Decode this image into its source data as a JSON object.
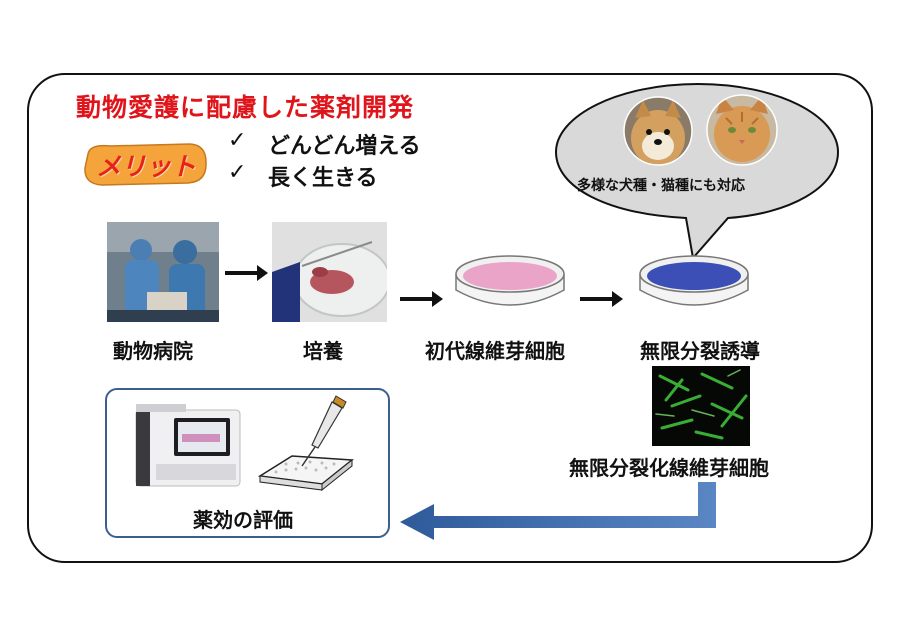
{
  "title": "動物愛護に配慮した薬剤開発",
  "merit": {
    "badge_label": "メリット",
    "items": [
      {
        "check": "✓",
        "text": "どんどん増える"
      },
      {
        "check": "✓",
        "text": "長く生きる"
      }
    ]
  },
  "bubble": {
    "caption": "多様な犬種・猫種にも対応"
  },
  "steps": [
    {
      "label": "動物病院"
    },
    {
      "label": "培養"
    },
    {
      "label": "初代線維芽細胞"
    },
    {
      "label": "無限分裂誘導"
    }
  ],
  "immortal_label": "無限分裂化線維芽細胞",
  "evaluation_label": "薬効の評価",
  "colors": {
    "title_red": "#e0151b",
    "badge_fill": "#f4a43b",
    "badge_text": "#e8221a",
    "pink_dish": "#e9a4c8",
    "blue_dish": "#3b4fb7",
    "arrow_blue": "#3d67a8",
    "box_border": "#3d5f8f"
  }
}
